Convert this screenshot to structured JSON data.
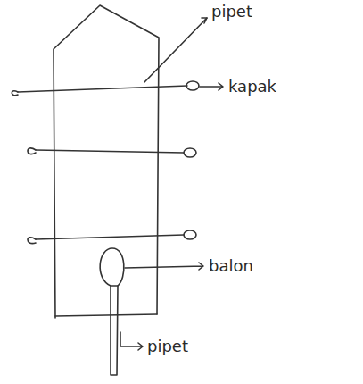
{
  "diagram": {
    "labels": [
      "pipet",
      "kapak",
      "balon",
      "pipet"
    ]
  }
}
